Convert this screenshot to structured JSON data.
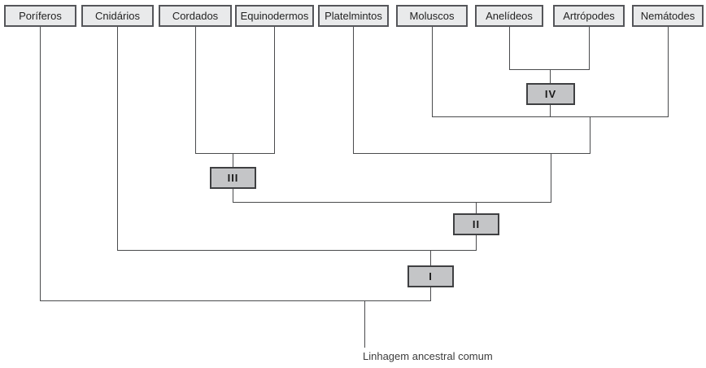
{
  "diagram": {
    "taxa": [
      {
        "label": "Poríferos"
      },
      {
        "label": "Cnidários"
      },
      {
        "label": "Cordados"
      },
      {
        "label": "Equinodermos"
      },
      {
        "label": "Platelmintos"
      },
      {
        "label": "Moluscos"
      },
      {
        "label": "Anelídeos"
      },
      {
        "label": "Artrópodes"
      },
      {
        "label": "Nemátodes"
      }
    ],
    "nodes": [
      {
        "label": "IV"
      },
      {
        "label": "III"
      },
      {
        "label": "II"
      },
      {
        "label": "I"
      }
    ],
    "root_label": "Linhagem ancestral comum",
    "colors": {
      "background": "#ffffff",
      "line": "#4a4b4d",
      "taxon_box_fill": "#e9eaeb",
      "taxon_box_border": "#55565a",
      "node_box_fill": "#c4c5c7",
      "node_box_border": "#3f4042",
      "text": "#232323"
    }
  }
}
